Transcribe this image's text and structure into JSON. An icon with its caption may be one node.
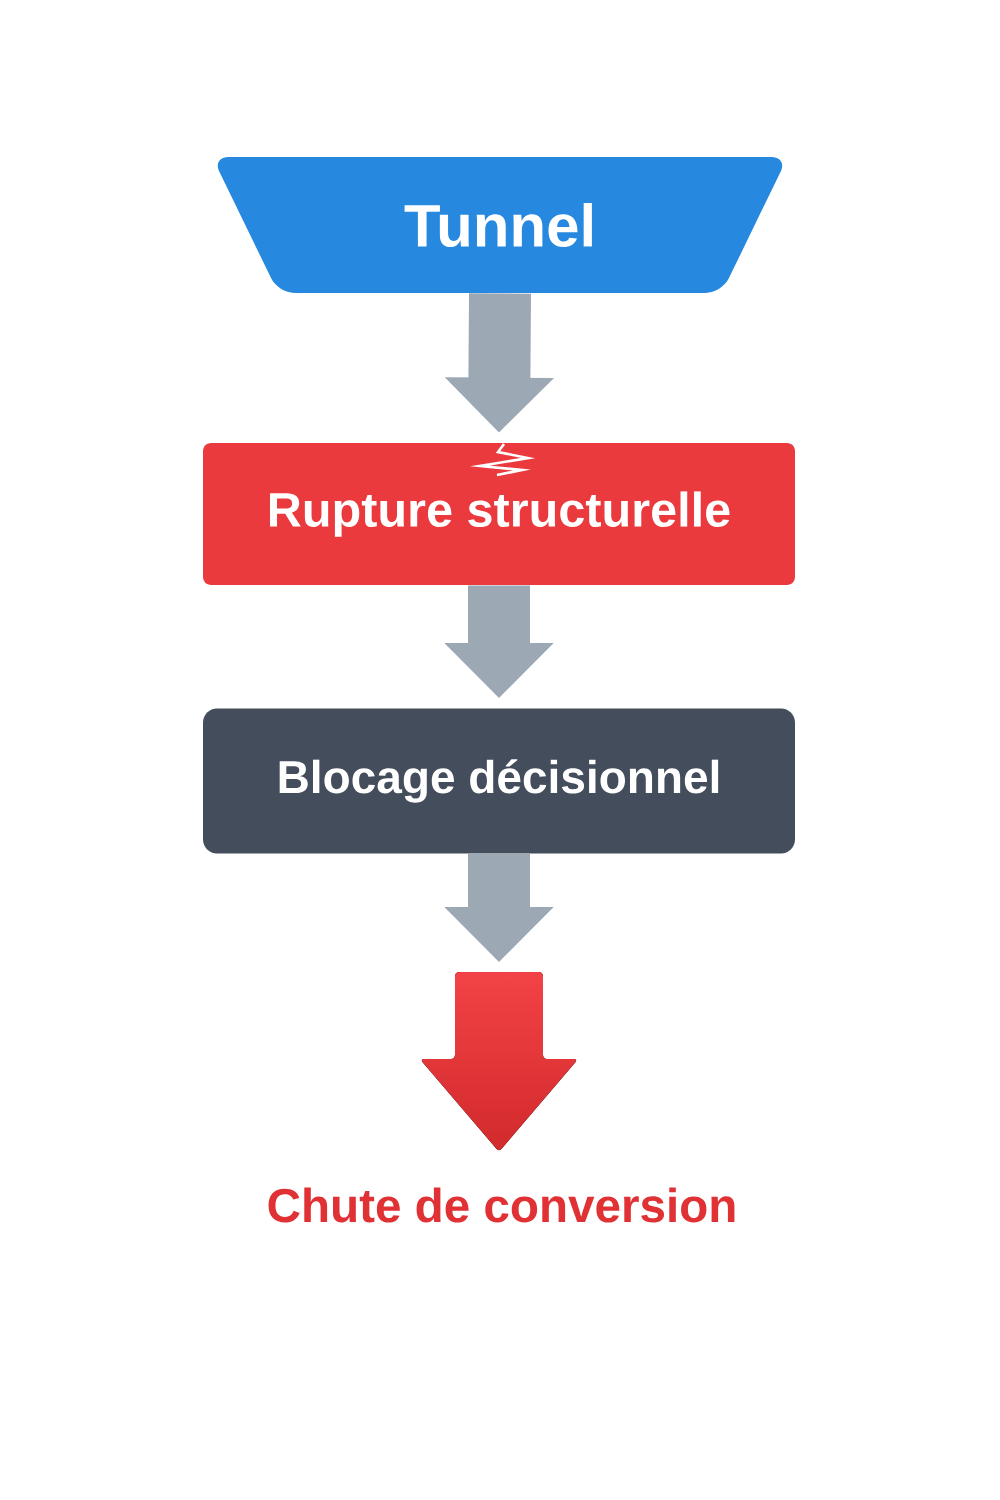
{
  "diagram": {
    "nodes": [
      {
        "text": [
          "Tunnel"
        ]
      },
      {
        "text": [
          "Rupture structurelle"
        ]
      },
      {
        "text": [
          "Blocage décisionnel"
        ]
      },
      {
        "text": [],
        "shape": "arrow",
        "beside": [
          "Chute de conversion"
        ]
      }
    ],
    "edges": [
      {
        "from": 0,
        "to": 1,
        "arrow": "to"
      },
      {
        "from": 1,
        "to": 2,
        "arrow": "to"
      },
      {
        "from": 2,
        "to": 3,
        "arrow": "to"
      }
    ]
  }
}
